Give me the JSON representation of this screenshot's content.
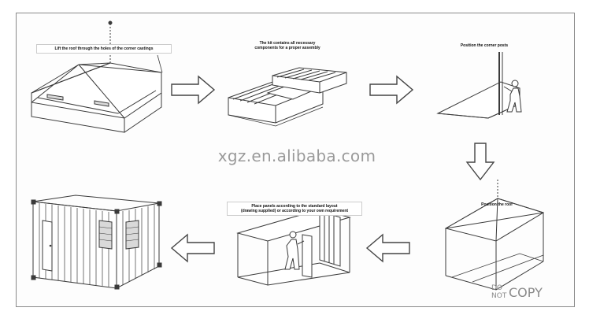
{
  "steps": [
    {
      "id": 1,
      "caption": "Lift the roof through the holes of the corner castings"
    },
    {
      "id": 2,
      "caption": "The kit contains all necessary\ncomponents for a proper assembly"
    },
    {
      "id": 3,
      "caption": "Position the corner posts"
    },
    {
      "id": 4,
      "caption": "Position the roof"
    },
    {
      "id": 5,
      "caption": "Place panels according to the standard layout\n(drawing supplied) or according to your own requirement"
    },
    {
      "id": 6,
      "caption": ""
    }
  ],
  "watermark": "xgz.en.alibaba.com",
  "stamp": {
    "line1": "DO",
    "line2": "NOT",
    "line3": "COPY"
  },
  "colors": {
    "line": "#3a3a3a",
    "arrow": "#444444",
    "fill": "#ffffff",
    "shade": "#d9d9d9",
    "watermark": "#9a9a9a"
  },
  "icons": [
    "right-arrow-icon",
    "down-arrow-icon",
    "left-arrow-icon"
  ]
}
